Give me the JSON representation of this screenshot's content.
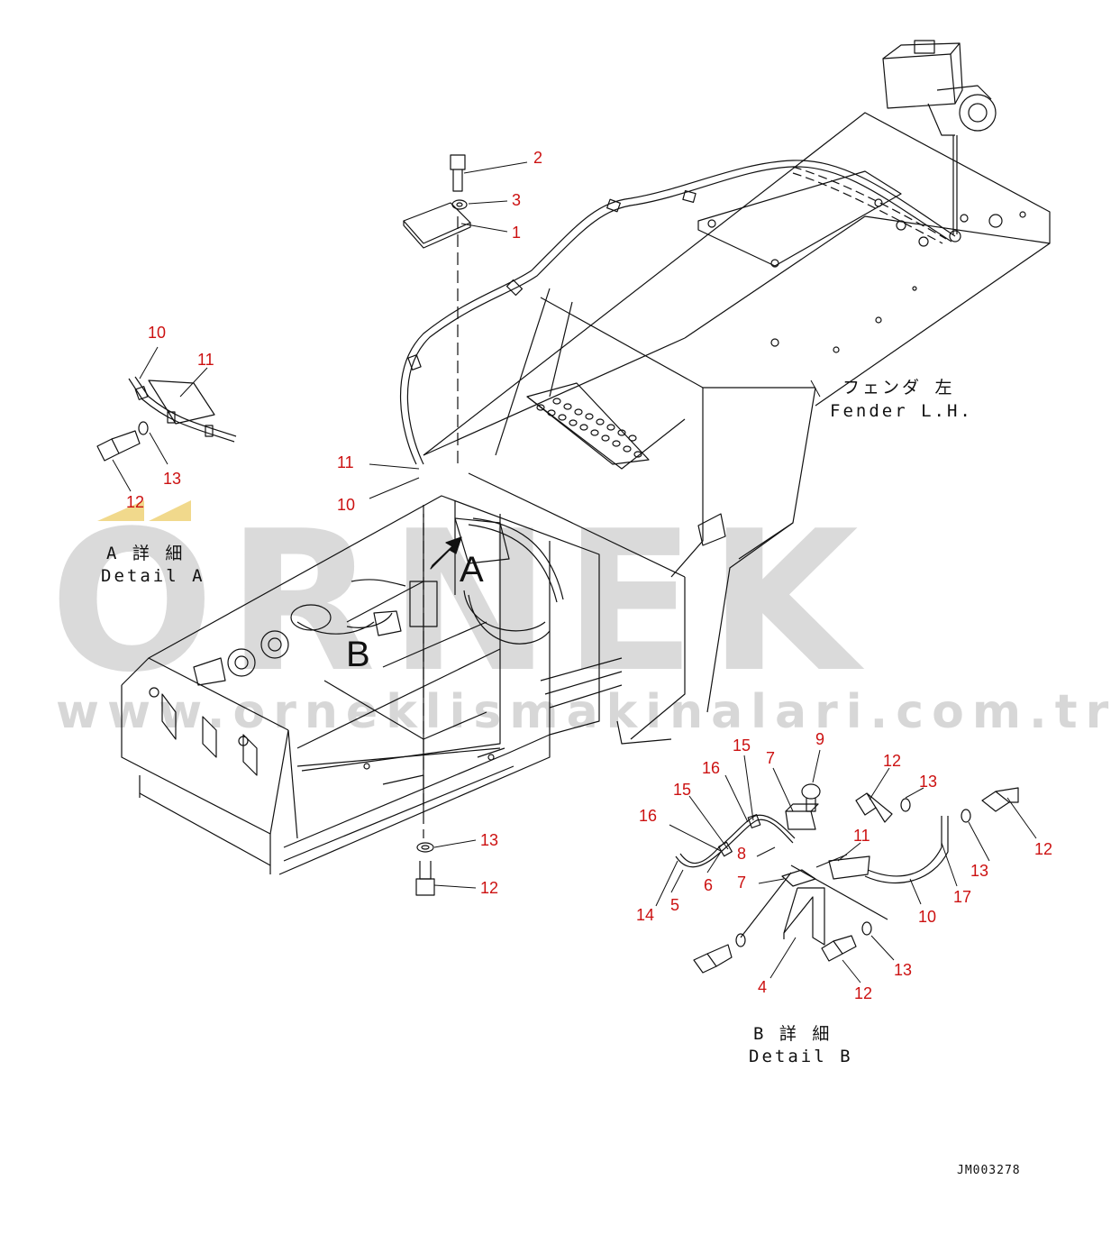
{
  "colors": {
    "callout": "#cc1111",
    "line": "#111111",
    "watermark": "#8f8f8f",
    "watermark_accent": "#e8c040"
  },
  "watermark": {
    "logo_text": "ORNEK",
    "url_text": "www.orneklismakinalari.com.tr"
  },
  "labels": {
    "fender": "フェンダ 左",
    "fender_en": "Fender L.H.",
    "detail_a_jp": "A 詳 細",
    "detail_a_en": "Detail A",
    "detail_b_jp": "B 詳 細",
    "detail_b_en": "Detail B",
    "view_a": "A",
    "view_b": "B",
    "drawing_code": "JM003278"
  },
  "callouts": [
    {
      "id": "c2",
      "text": "2"
    },
    {
      "id": "c3",
      "text": "3"
    },
    {
      "id": "c1",
      "text": "1"
    },
    {
      "id": "a10",
      "text": "10"
    },
    {
      "id": "a11",
      "text": "11"
    },
    {
      "id": "a13",
      "text": "13"
    },
    {
      "id": "a12",
      "text": "12"
    },
    {
      "id": "m11",
      "text": "11"
    },
    {
      "id": "m10",
      "text": "10"
    },
    {
      "id": "m13",
      "text": "13"
    },
    {
      "id": "m12",
      "text": "12"
    },
    {
      "id": "b15a",
      "text": "15"
    },
    {
      "id": "b16a",
      "text": "16"
    },
    {
      "id": "b7a",
      "text": "7"
    },
    {
      "id": "b9",
      "text": "9"
    },
    {
      "id": "b12a",
      "text": "12"
    },
    {
      "id": "b13a",
      "text": "13"
    },
    {
      "id": "b15b",
      "text": "15"
    },
    {
      "id": "b16b",
      "text": "16"
    },
    {
      "id": "b11",
      "text": "11"
    },
    {
      "id": "b8",
      "text": "8"
    },
    {
      "id": "b12b",
      "text": "12"
    },
    {
      "id": "b6",
      "text": "6"
    },
    {
      "id": "b7b",
      "text": "7"
    },
    {
      "id": "b13b",
      "text": "13"
    },
    {
      "id": "b14",
      "text": "14"
    },
    {
      "id": "b5",
      "text": "5"
    },
    {
      "id": "b17",
      "text": "17"
    },
    {
      "id": "b10",
      "text": "10"
    },
    {
      "id": "b13c",
      "text": "13"
    },
    {
      "id": "b4",
      "text": "4"
    },
    {
      "id": "b12c",
      "text": "12"
    }
  ]
}
